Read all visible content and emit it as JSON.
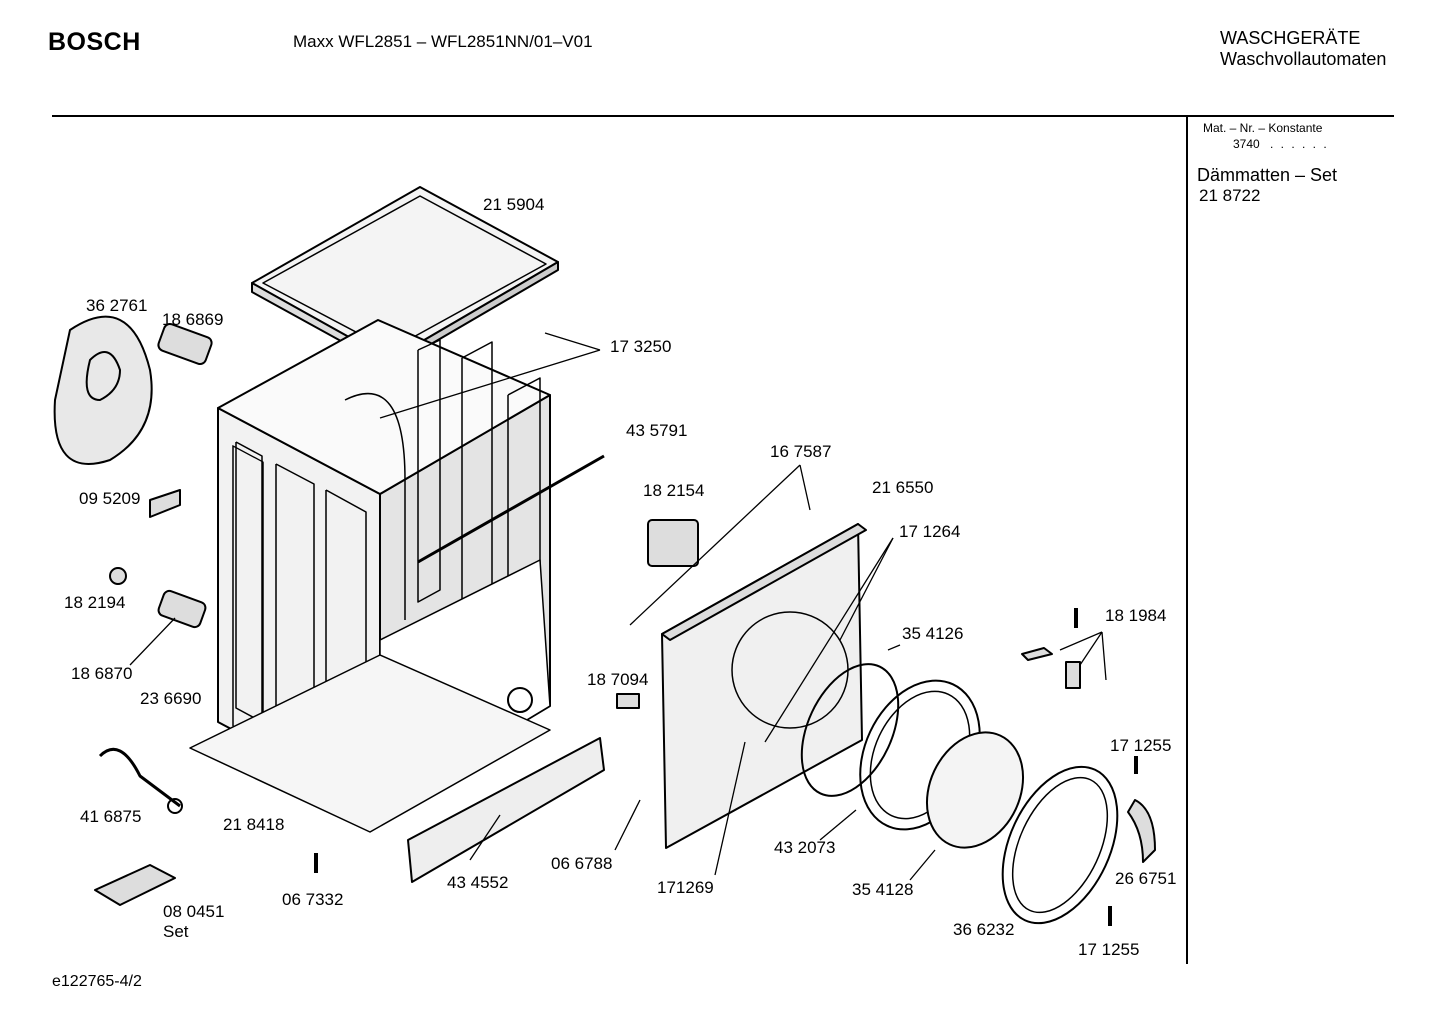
{
  "header": {
    "brand": "BOSCH",
    "model": "Maxx WFL2851 – WFL2851NN/01–V01",
    "category_line1": "WASCHGERÄTE",
    "category_line2": "Waschvollautomaten"
  },
  "side_panel": {
    "mat_label": "Mat. – Nr. – Konstante",
    "mat_value": "3740",
    "mat_dots": ". .   . . . .",
    "set_title": "Dämmatten – Set",
    "set_number": "21 8722"
  },
  "parts": [
    {
      "id": "p215904",
      "label": "21 5904"
    },
    {
      "id": "p362761",
      "label": "36 2761"
    },
    {
      "id": "p186869",
      "label": "18 6869"
    },
    {
      "id": "p173250",
      "label": "17 3250"
    },
    {
      "id": "p435791",
      "label": "43 5791"
    },
    {
      "id": "p167587",
      "label": "16 7587"
    },
    {
      "id": "p182154",
      "label": "18 2154"
    },
    {
      "id": "p216550",
      "label": "21 6550"
    },
    {
      "id": "p095209",
      "label": "09 5209"
    },
    {
      "id": "p171264",
      "label": "17 1264"
    },
    {
      "id": "p182194",
      "label": "18 2194"
    },
    {
      "id": "p181984",
      "label": "18 1984"
    },
    {
      "id": "p354126",
      "label": "35 4126"
    },
    {
      "id": "p186870",
      "label": "18 6870"
    },
    {
      "id": "p187094",
      "label": "18 7094"
    },
    {
      "id": "p236690",
      "label": "23 6690"
    },
    {
      "id": "p171255a",
      "label": "17 1255"
    },
    {
      "id": "p416875",
      "label": "41 6875"
    },
    {
      "id": "p218418",
      "label": "21 8418"
    },
    {
      "id": "p432073",
      "label": "43 2073"
    },
    {
      "id": "p066788",
      "label": "06 6788"
    },
    {
      "id": "p267651",
      "label": "26 6751"
    },
    {
      "id": "p434552",
      "label": "43 4552"
    },
    {
      "id": "p171269",
      "label": "171269"
    },
    {
      "id": "p354128",
      "label": "35 4128"
    },
    {
      "id": "p080451",
      "label": "08 0451"
    },
    {
      "id": "p080451set",
      "label": "Set"
    },
    {
      "id": "p067332",
      "label": "06 7332"
    },
    {
      "id": "p366232",
      "label": "36 6232"
    },
    {
      "id": "p171255b",
      "label": "17 1255"
    }
  ],
  "footer": {
    "drawing_id": "e122765-4/2"
  }
}
